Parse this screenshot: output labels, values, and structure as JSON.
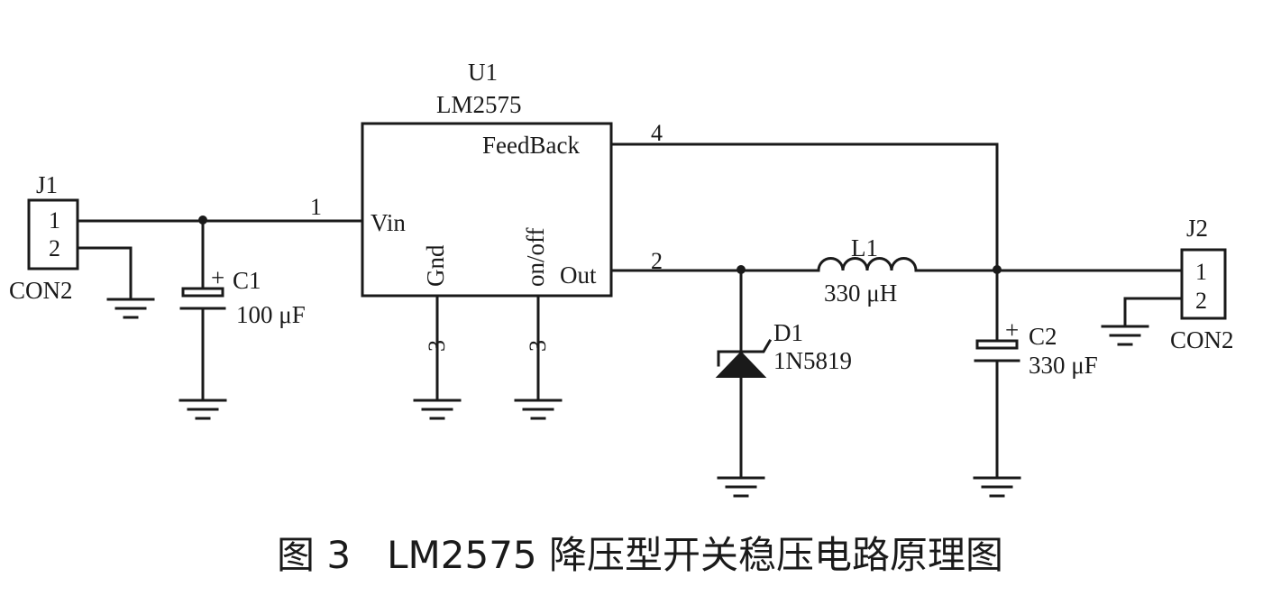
{
  "caption": "图 3   LM2575 降压型开关稳压电路原理图",
  "u1": {
    "ref": "U1",
    "part": "LM2575",
    "pins": {
      "feedback": "FeedBack",
      "vin": "Vin",
      "gnd": "Gnd",
      "onoff": "on/off",
      "out": "Out"
    },
    "pin_numbers": {
      "vin": "1",
      "out": "2",
      "gnd": "3",
      "onoff": "3",
      "feedback": "4"
    }
  },
  "j1": {
    "ref": "J1",
    "part": "CON2",
    "pin1": "1",
    "pin2": "2"
  },
  "j2": {
    "ref": "J2",
    "part": "CON2",
    "pin1": "1",
    "pin2": "2"
  },
  "c1": {
    "ref": "C1",
    "value": "100 μF",
    "polarity": "+"
  },
  "c2": {
    "ref": "C2",
    "value": "330 μF",
    "polarity": "+"
  },
  "l1": {
    "ref": "L1",
    "value": "330 μH"
  },
  "d1": {
    "ref": "D1",
    "part": "1N5819"
  }
}
